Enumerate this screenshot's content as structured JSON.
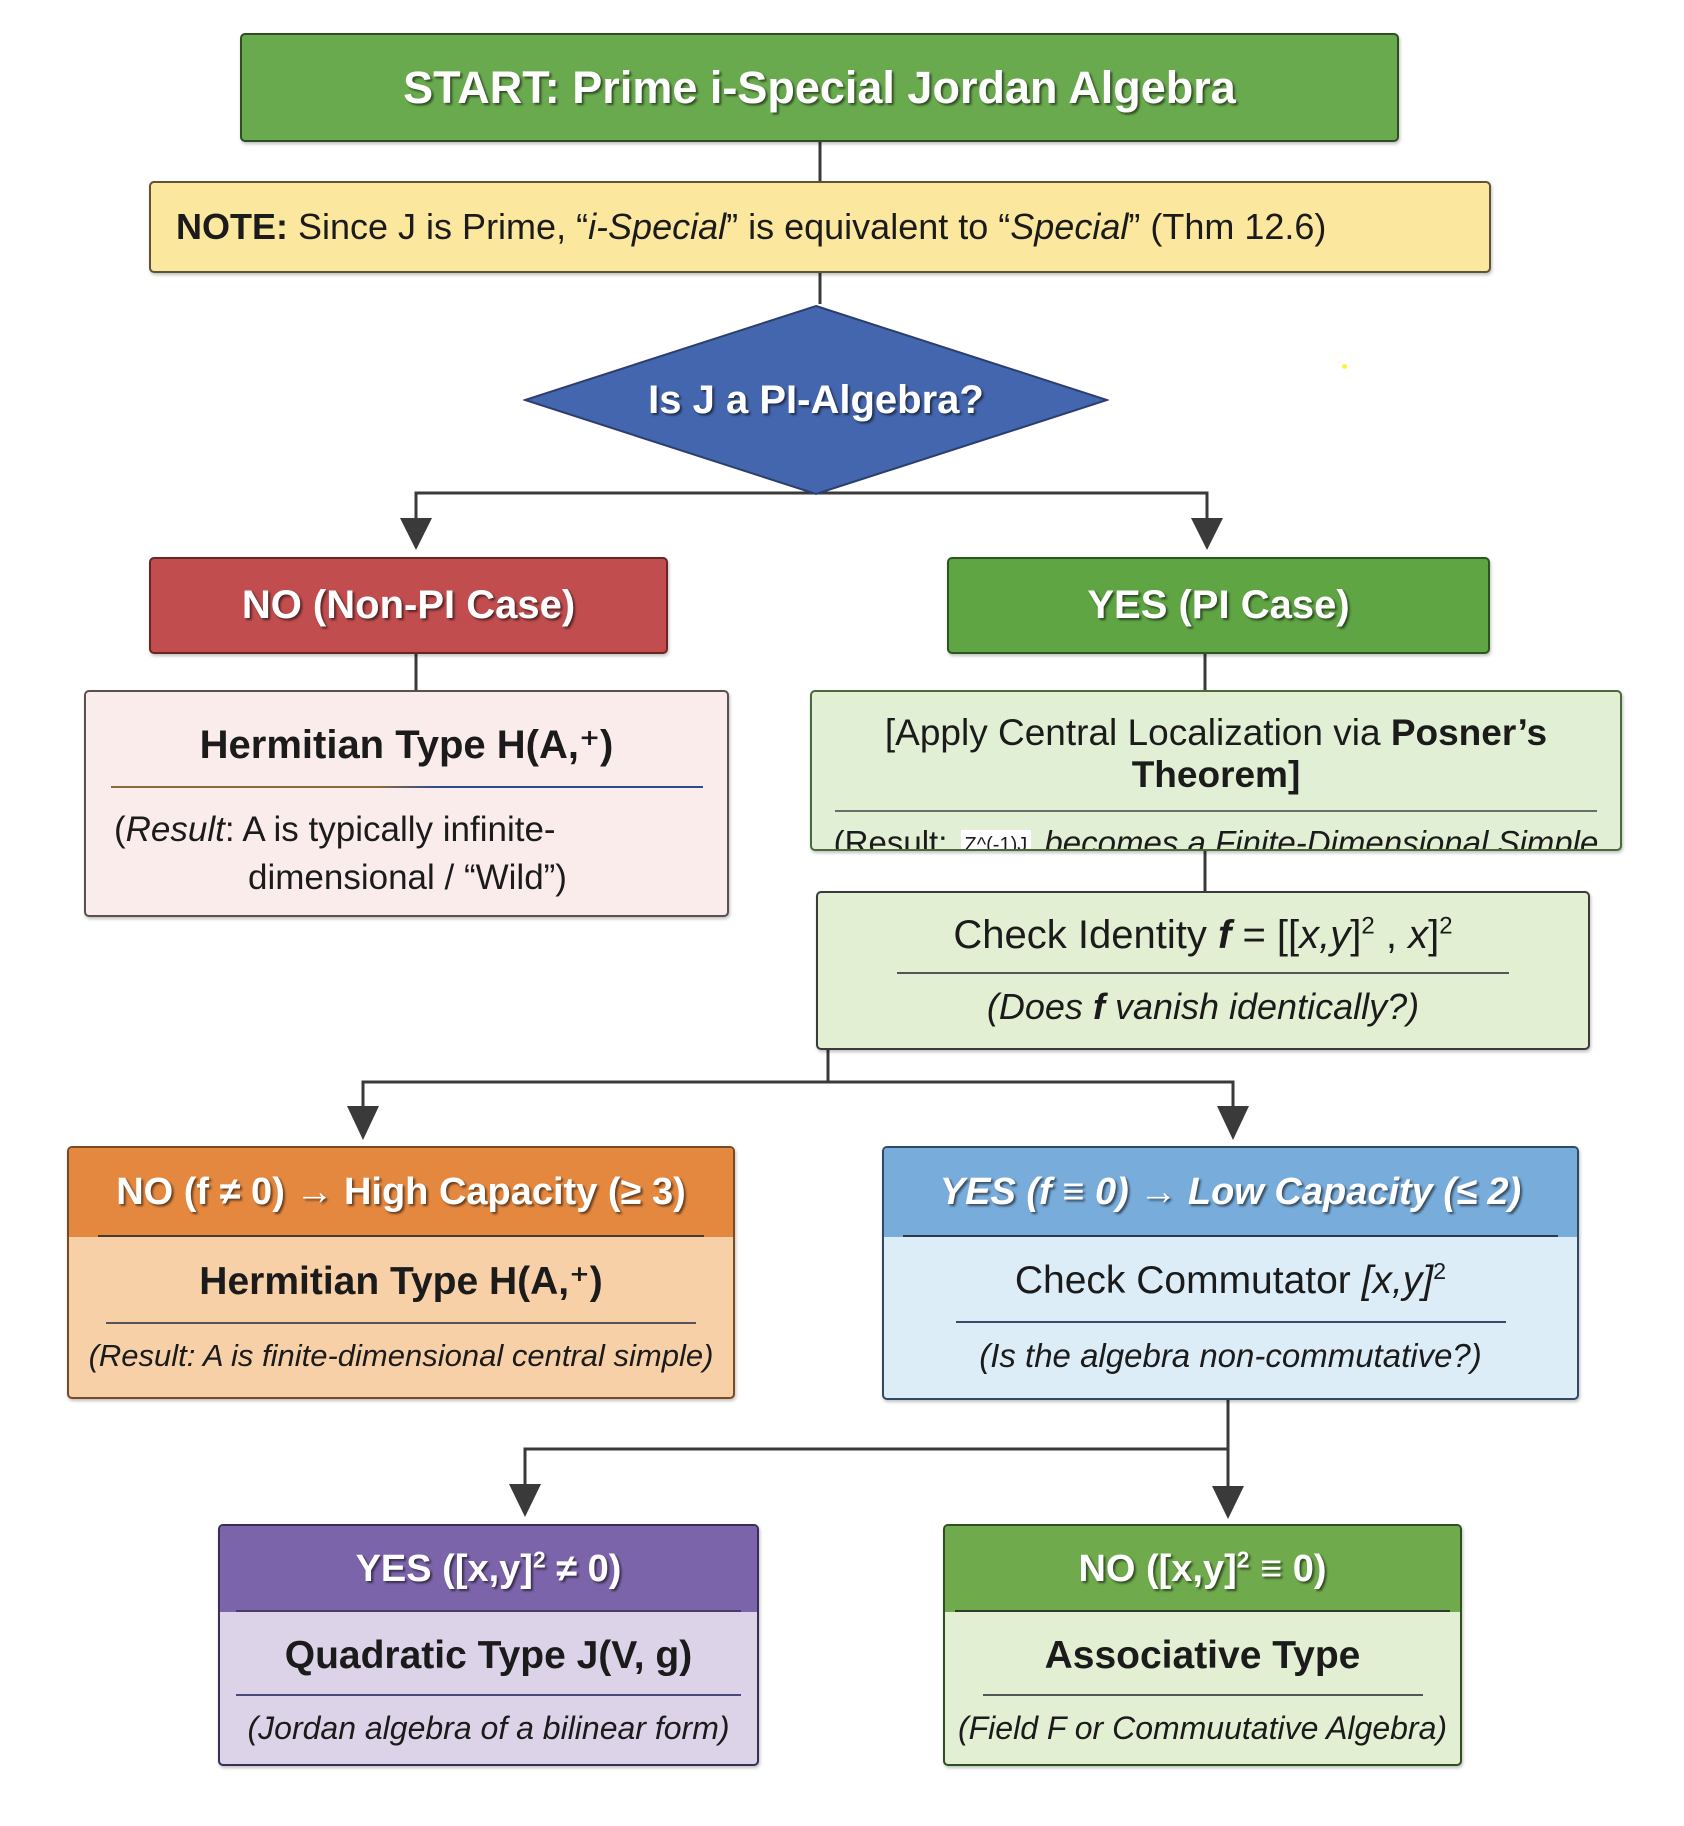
{
  "diagram": {
    "title": "Prime i-Special Jordan Algebra classification flowchart",
    "colors": {
      "start": "#6aaa4e",
      "note": "#fbe79d",
      "decision": "#4466ae",
      "no_branch": "#c14d4e",
      "yes_branch": "#5fa544",
      "high_capacity": "#e5883f",
      "low_capacity": "#78acdb",
      "quadratic": "#7c64ab",
      "associative": "#6faa4c",
      "connector": "#3a3a3a"
    }
  },
  "start": {
    "label": "START: Prime i-Special Jordan Algebra"
  },
  "note": {
    "prefix": "NOTE:",
    "text_before": " Since J is Prime, “",
    "italic": "i-Special",
    "text_middle": "” is equivalent to “",
    "italic2": "Special",
    "text_after": "” (Thm 12.6)"
  },
  "decision": {
    "label": "Is J a PI-Algebra?"
  },
  "no_pi": {
    "label": "NO (Non-PI Case)"
  },
  "yes_pi": {
    "label": "YES (PI Case)"
  },
  "hermitian_wild": {
    "title": "Hermitian Type H(A,⁺)",
    "result_prefix": "(",
    "result_italic": "Result",
    "result_line1": ": A is typically infinite-",
    "result_line2": "dimensional / “Wild”)"
  },
  "posner": {
    "title_plain": "[Apply Central Localization via ",
    "title_bold": "Posner’s Theorem]",
    "result_prefix": "(Result: ",
    "result_inline": "Z^(-1)J",
    "result_suffix": " becomes a Finite-Dimensional Simple Algebra)"
  },
  "identity": {
    "title_plain": "Check Identity ",
    "title_f": "f",
    "title_eq": " = [[",
    "title_xy": "x,y",
    "title_close": "]",
    "title_sup1": "2",
    "title_comma": " , ",
    "title_x": "x",
    "title_close2": "]",
    "title_sup2": "2",
    "question_pre": "(Does ",
    "question_f": "f",
    "question_post": " vanish identically?)"
  },
  "high_capacity": {
    "header": "NO (f ≠ 0) → High Capacity (≥ 3)",
    "title": "Hermitian Type H(A,⁺)",
    "result": "(Result: A is finite-dimensional central simple)"
  },
  "low_capacity": {
    "header": "YES (f ≡ 0) → Low Capacity (≤ 2)",
    "title_plain": "Check Commutator ",
    "title_expr": "[x,y]",
    "title_sup": "2",
    "question": "(Is the algebra non-commutative?)"
  },
  "quadratic": {
    "header_pre": "YES ([x,y]",
    "header_sup": "2",
    "header_post": " ≠ 0)",
    "title": "Quadratic Type J(V, g)",
    "result": "(Jordan algebra of a bilinear form)"
  },
  "associative": {
    "header_pre": "NO ([x,y]",
    "header_sup": "2",
    "header_post": " ≡ 0)",
    "title": "Associative Type",
    "result": "(Field F or Commuutative Algebra)"
  }
}
